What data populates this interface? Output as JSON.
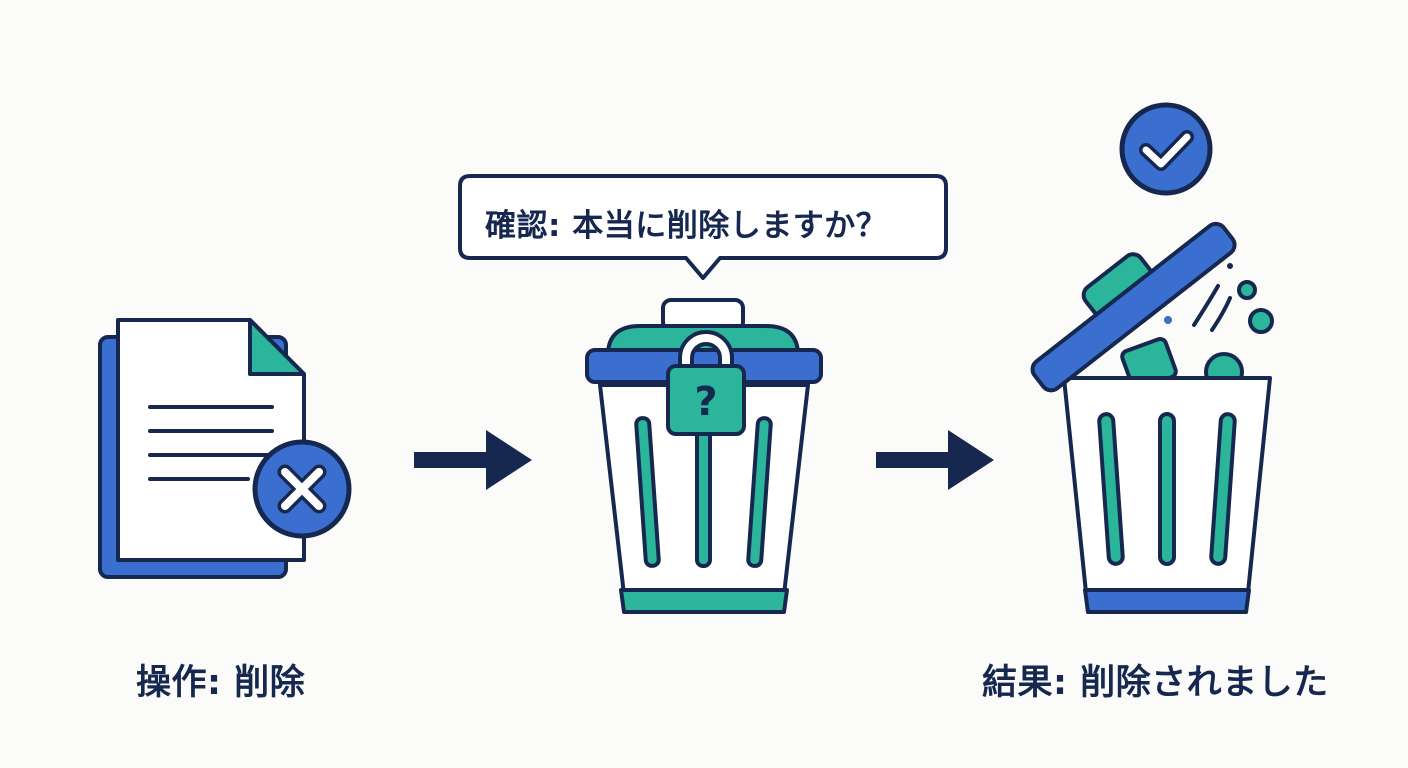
{
  "steps": {
    "operation_label": "操作: 削除",
    "confirm_text": "確認: 本当に削除しますか？",
    "result_label": "結果: 削除されました"
  },
  "icons": {
    "document": "document-delete-icon",
    "delete_badge": "x-mark-icon",
    "locked_trash": "locked-trash-icon",
    "lock": "question-lock-icon",
    "open_trash": "open-trash-icon",
    "check": "check-icon",
    "arrow": "arrow-right-icon"
  },
  "colors": {
    "navy": "#16284f",
    "blue": "#3a6fd0",
    "teal": "#2bb59b",
    "white": "#ffffff",
    "background": "#fbfbfa"
  }
}
